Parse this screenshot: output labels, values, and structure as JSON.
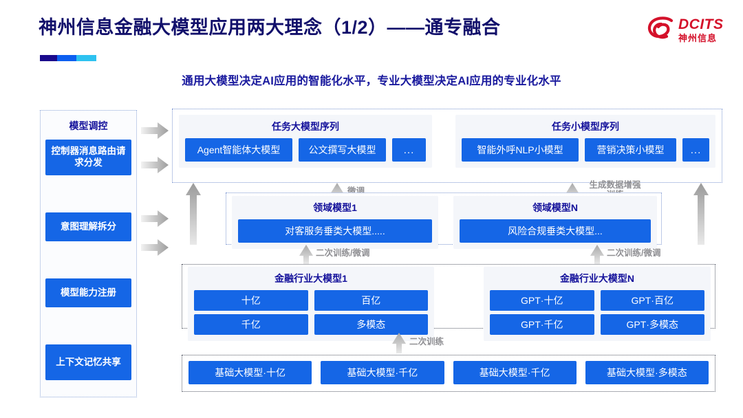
{
  "header": {
    "title": "神州信息金融大模型应用两大理念（1/2）——通专融合",
    "subtitle": "通用大模型决定AI应用的智能化水平，专业大模型决定AI应用的专业化水平",
    "accent_navy": "#12106b",
    "accent_blue": "#1566e6",
    "logo": {
      "en": "DCITS",
      "cn": "神州信息",
      "color": "#d4112a"
    },
    "bar_colors": [
      "#1a0a8c",
      "#0d5ff0",
      "#2ec2f0"
    ]
  },
  "sidebar": {
    "title": "模型调控",
    "items": [
      {
        "label": "控制器消息路由请求分发"
      },
      {
        "label": "意图理解拆分"
      },
      {
        "label": "模型能力注册"
      },
      {
        "label": "上下文记忆共享"
      }
    ]
  },
  "diagram": {
    "task_large": {
      "title": "任务大模型序列",
      "chips": [
        "Agent智能体大模型",
        "公文撰写大模型",
        "..."
      ]
    },
    "task_small": {
      "title": "任务小模型序列",
      "chips": [
        "智能外呼NLP小模型",
        "营销决策小模型",
        "..."
      ]
    },
    "domain1": {
      "title": "领域模型1",
      "chips": [
        "对客服务垂类大模型....."
      ]
    },
    "domainN": {
      "title": "领域模型N",
      "chips": [
        "风险合规垂类大模型..."
      ]
    },
    "finance1": {
      "title": "金融行业大模型1",
      "row_top": [
        "十亿",
        "百亿"
      ],
      "row_bottom": [
        "千亿",
        "多模态"
      ]
    },
    "financeN": {
      "title": "金融行业大模型N",
      "row_top": [
        "GPT·十亿",
        "GPT·百亿"
      ],
      "row_bottom": [
        "GPT·千亿",
        "GPT·多模态"
      ]
    },
    "base_models": {
      "chips": [
        "基础大模型·十亿",
        "基础大模型·千亿",
        "基础大模型·千亿",
        "基础大模型·多模态"
      ]
    },
    "arrow_labels": {
      "fine_tune": "微调",
      "gen_data_aug_line1": "生成数据增强",
      "gen_data_aug_line2": "训练",
      "retrain_finetune_left": "二次训练/微调",
      "retrain_finetune_right": "二次训练/微调",
      "retrain": "二次训练"
    }
  }
}
